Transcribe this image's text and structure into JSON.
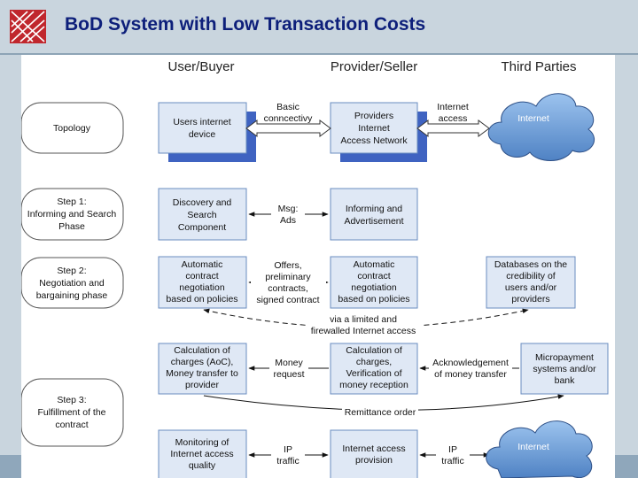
{
  "title": "BoD System with Low Transaction Costs",
  "columns": [
    "User/Buyer",
    "Provider/Seller",
    "Third Parties"
  ],
  "phases": {
    "topology": "Topology",
    "step1": [
      "Step 1:",
      "Informing and Search",
      "Phase"
    ],
    "step2": [
      "Step 2:",
      "Negotiation and",
      "bargaining phase"
    ],
    "step3": [
      "Step 3:",
      "Fulfillment of the",
      "contract"
    ]
  },
  "boxes": {
    "users_device": [
      "Users internet",
      "device"
    ],
    "provider_network": [
      "Providers",
      "Internet",
      "Access Network"
    ],
    "discovery": [
      "Discovery and",
      "Search",
      "Component"
    ],
    "informing": [
      "Informing and",
      "Advertisement"
    ],
    "auto_neg_user": [
      "Automatic",
      "contract",
      "negotiation",
      "based on policies"
    ],
    "auto_neg_prov": [
      "Automatic",
      "contract",
      "negotiation",
      "based on policies"
    ],
    "databases": [
      "Databases on the",
      "credibility of",
      "users and/or",
      "providers"
    ],
    "charges_user": [
      "Calculation of",
      "charges (AoC),",
      "Money transfer to",
      "provider"
    ],
    "charges_prov": [
      "Calculation of",
      "charges,",
      "Verification of",
      "money reception"
    ],
    "micropayment": [
      "Micropayment",
      "systems and/or",
      "bank"
    ],
    "monitoring": [
      "Monitoring of",
      "Internet access",
      "quality"
    ],
    "access_provision": [
      "Internet access",
      "provision"
    ]
  },
  "clouds": {
    "top": "Internet",
    "bottom": "Internet"
  },
  "edge_labels": {
    "basic": [
      "Basic",
      "conncectivy"
    ],
    "internet_access": [
      "Internet",
      "access"
    ],
    "msg": [
      "Msg:",
      "Ads"
    ],
    "offers": [
      "Offers,",
      "preliminary",
      "contracts,",
      "signed contract"
    ],
    "limited": [
      "via a limited and",
      "firewalled Internet access"
    ],
    "money_request": [
      "Money",
      "request"
    ],
    "ack": [
      "Acknowledgement",
      "of money transfer"
    ],
    "remittance": "Remittance order",
    "ip1": [
      "IP",
      "traffic"
    ],
    "ip2": [
      "IP",
      "traffic"
    ]
  },
  "colors": {
    "title": "#0d1f7a",
    "box_fill": "#dfe8f5",
    "box_shadow": "#3f63c1",
    "cloud": "#6fa0d8"
  }
}
